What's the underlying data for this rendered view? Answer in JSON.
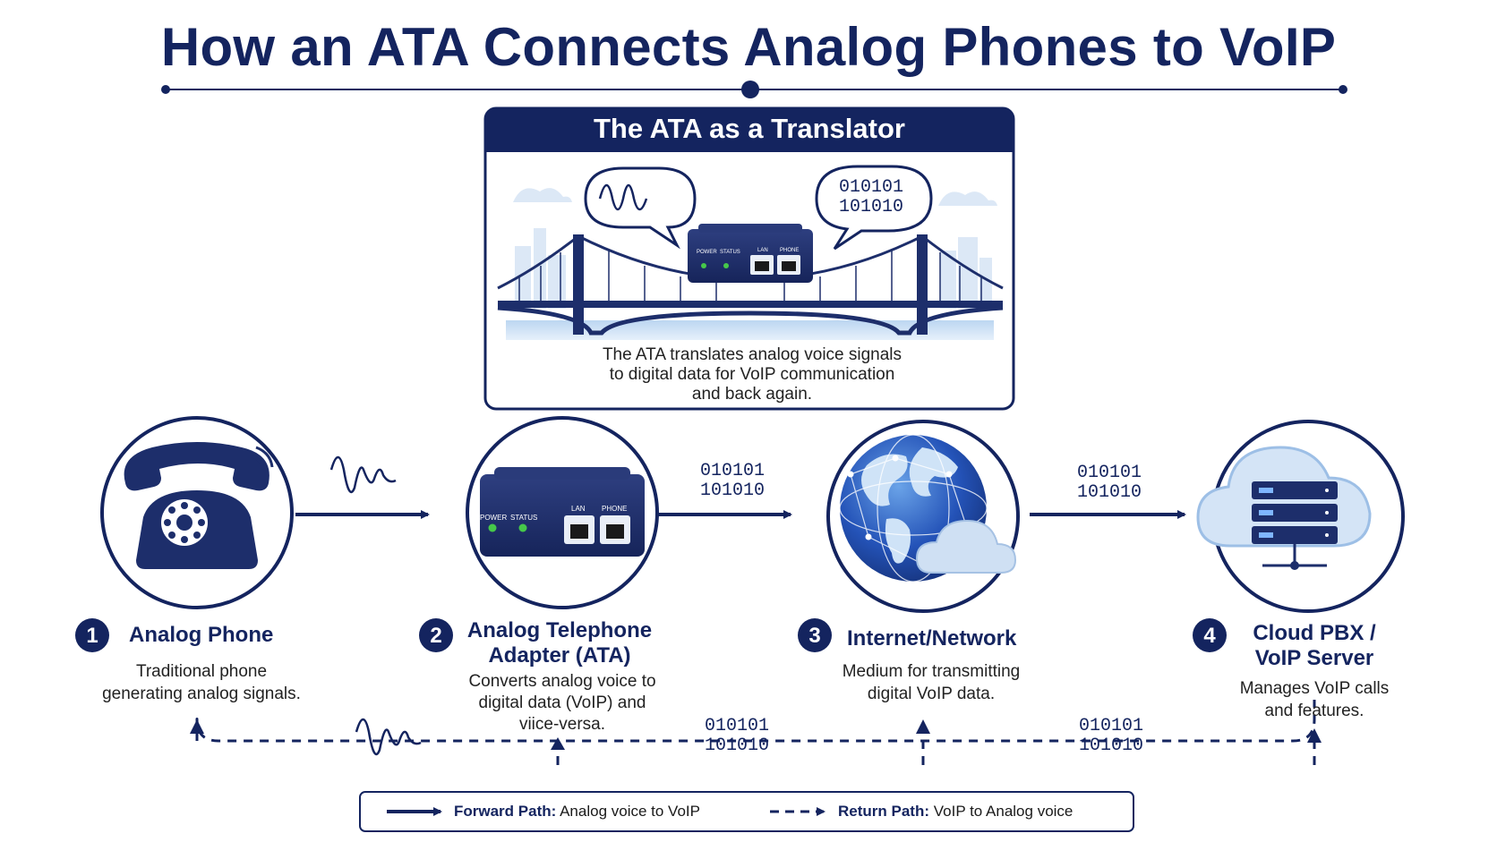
{
  "title": "How an ATA Connects Analog Phones to VoIP",
  "translator": {
    "heading": "The ATA as a Translator",
    "binary_line1": "010101",
    "binary_line2": "101010",
    "device_labels": {
      "power": "POWER",
      "status": "STATUS",
      "lan": "LAN",
      "phone": "PHONE"
    },
    "caption_line1": "The ATA translates analog voice signals",
    "caption_line2": "to digital data for VoIP communication",
    "caption_line3": "and back again."
  },
  "steps": [
    {
      "number": "1",
      "title_line1": "Analog Phone",
      "title_line2": "",
      "desc_line1": "Traditional phone",
      "desc_line2": "generating analog signals.",
      "desc_line3": ""
    },
    {
      "number": "2",
      "title_line1": "Analog Telephone",
      "title_line2": "Adapter (ATA)",
      "desc_line1": "Converts analog voice to",
      "desc_line2": "digital data (VoIP) and",
      "desc_line3": "viice-versa."
    },
    {
      "number": "3",
      "title_line1": "Internet/Network",
      "title_line2": "",
      "desc_line1": "Medium for transmitting",
      "desc_line2": "digital VoIP data.",
      "desc_line3": ""
    },
    {
      "number": "4",
      "title_line1": "Cloud PBX /",
      "title_line2": "VoIP Server",
      "desc_line1": "Manages VoIP calls",
      "desc_line2": "and features.",
      "desc_line3": ""
    }
  ],
  "ata_labels": {
    "power": "POWER",
    "status": "STATUS",
    "lan": "LAN",
    "phone": "PHONE"
  },
  "flow_binary": [
    {
      "line1": "010101",
      "line2": "101010"
    },
    {
      "line1": "010101",
      "line2": "101010"
    },
    {
      "line1": "010101",
      "line2": "101010"
    },
    {
      "line1": "010101",
      "line2": "101010"
    }
  ],
  "legend": {
    "forward_label": "Forward Path:",
    "forward_text": "Analog voice to VoIP",
    "return_label": "Return Path:",
    "return_text": "VoIP to Analog voice"
  },
  "colors": {
    "navy": "#14245f",
    "light_blue": "#cfe0f3",
    "accent_green": "#46c84a"
  }
}
